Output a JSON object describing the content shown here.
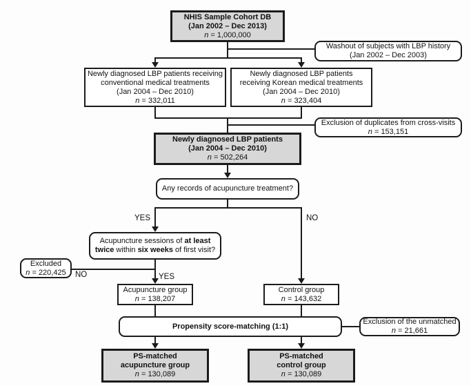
{
  "n_symbol": "n",
  "colors": {
    "emphasis_box_fill": "#d7d7d7",
    "line_color": "#1b1b1b",
    "plain_box_fill": "#ffffff"
  },
  "labels": {
    "yes_acupuncture_branch": "YES",
    "no_control_branch": "NO",
    "no_excluded_branch": "NO",
    "yes_group_branch": "YES"
  },
  "boxes": {
    "nhis": {
      "line1": "NHIS Sample Cohort DB",
      "line2": "(Jan 2002 – Dec 2013)",
      "n_value": " = 1,000,000"
    },
    "washout": {
      "line1": "Washout of subjects with LBP history",
      "line2": "(Jan 2002 – Dec 2003)"
    },
    "conventional": {
      "line1": "Newly diagnosed LBP patients receiving",
      "line2": "conventional medical treatments",
      "line3": "(Jan 2004 – Dec 2010)",
      "n_value": " = 332,011"
    },
    "korean": {
      "line1": "Newly diagnosed LBP patients",
      "line2": "receiving Korean medical treatments",
      "line3": "(Jan 2004 – Dec 2010)",
      "n_value": " = 323,404"
    },
    "duplicates": {
      "line1": "Exclusion of duplicates from cross-visits",
      "n_value": " = 153,151"
    },
    "lbp": {
      "line1": "Newly diagnosed LBP patients",
      "line2": "(Jan 2004 – Dec 2010)",
      "n_value": " = 502,264"
    },
    "any_records": {
      "line1": "Any records of acupuncture treatment?"
    },
    "sessions": {
      "seg1": "Acupuncture sessions of ",
      "seg2": "at least",
      "seg3": "twice",
      "seg4": " within ",
      "seg5": "six weeks",
      "seg6": " of first visit?"
    },
    "excluded": {
      "line1": "Excluded",
      "n_value": " = 220,425"
    },
    "acupuncture_group": {
      "line1": "Acupuncture group",
      "n_value": " = 138,207"
    },
    "control_group": {
      "line1": "Control group",
      "n_value": " = 143,632"
    },
    "propensity": {
      "line1": "Propensity score-matching (1:1)"
    },
    "unmatched": {
      "line1": "Exclusion of the unmatched",
      "n_value": " = 21,661"
    },
    "ps_acupuncture": {
      "line1": "PS-matched",
      "line2": "acupuncture group",
      "n_value": " = 130,089"
    },
    "ps_control": {
      "line1": "PS-matched",
      "line2": "control group",
      "n_value": " = 130,089"
    }
  }
}
